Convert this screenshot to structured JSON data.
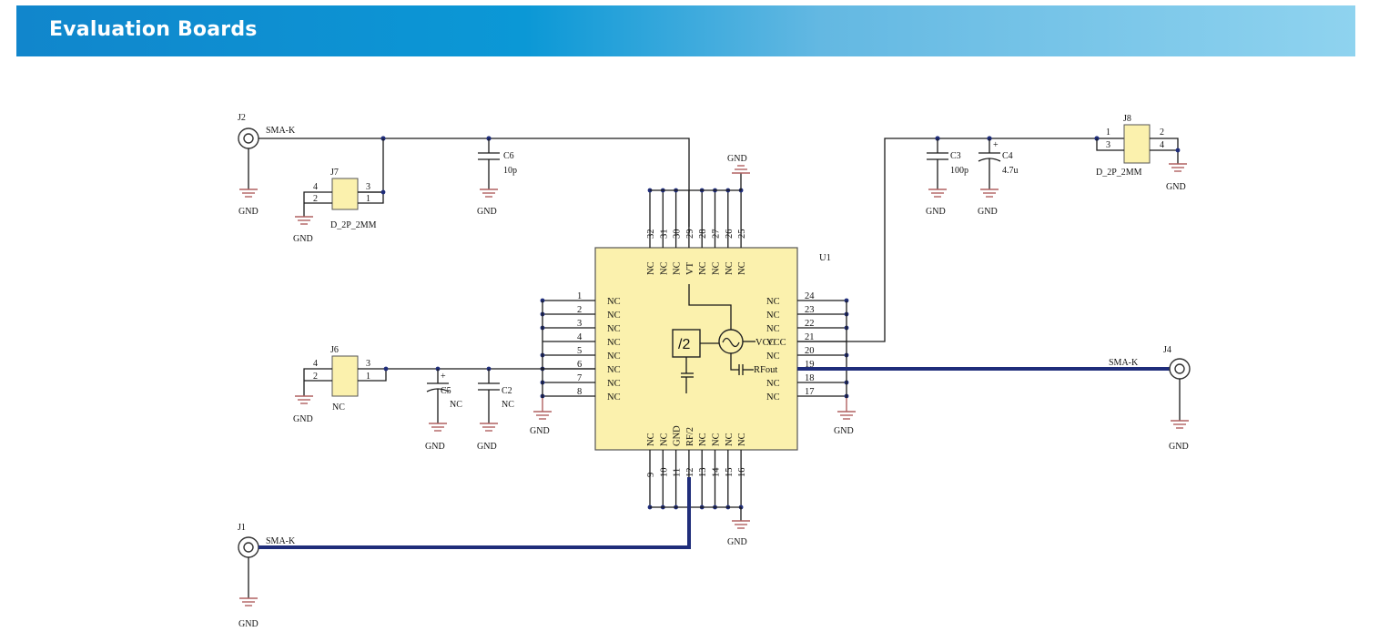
{
  "banner": {
    "title": "Evaluation Boards"
  },
  "schematic": {
    "ic": {
      "ref": "U1",
      "divider": "/2",
      "vcc": "VCC",
      "rfout": "RFout",
      "left_pins": [
        {
          "num": "1",
          "name": "NC"
        },
        {
          "num": "2",
          "name": "NC"
        },
        {
          "num": "3",
          "name": "NC"
        },
        {
          "num": "4",
          "name": "NC"
        },
        {
          "num": "5",
          "name": "NC"
        },
        {
          "num": "6",
          "name": "NC"
        },
        {
          "num": "7",
          "name": "NC"
        },
        {
          "num": "8",
          "name": "NC"
        }
      ],
      "right_pins": [
        {
          "num": "24",
          "name": "NC"
        },
        {
          "num": "23",
          "name": "NC"
        },
        {
          "num": "22",
          "name": "NC"
        },
        {
          "num": "21",
          "name": "VCC"
        },
        {
          "num": "20",
          "name": "NC"
        },
        {
          "num": "19",
          "name": ""
        },
        {
          "num": "18",
          "name": "NC"
        },
        {
          "num": "17",
          "name": "NC"
        }
      ],
      "top_pins": [
        {
          "num": "32",
          "name": "NC"
        },
        {
          "num": "31",
          "name": "NC"
        },
        {
          "num": "30",
          "name": "NC"
        },
        {
          "num": "29",
          "name": "VT"
        },
        {
          "num": "28",
          "name": "NC"
        },
        {
          "num": "27",
          "name": "NC"
        },
        {
          "num": "26",
          "name": "NC"
        },
        {
          "num": "25",
          "name": "NC"
        }
      ],
      "bottom_pins": [
        {
          "num": "9",
          "name": "NC"
        },
        {
          "num": "10",
          "name": "NC"
        },
        {
          "num": "11",
          "name": "GND"
        },
        {
          "num": "12",
          "name": "RF/2"
        },
        {
          "num": "13",
          "name": "NC"
        },
        {
          "num": "14",
          "name": "NC"
        },
        {
          "num": "15",
          "name": "NC"
        },
        {
          "num": "16",
          "name": "NC"
        }
      ]
    },
    "connectors": {
      "j2": {
        "ref": "J2",
        "type": "SMA-K"
      },
      "j1": {
        "ref": "J1",
        "type": "SMA-K"
      },
      "j4": {
        "ref": "J4",
        "type": "SMA-K"
      },
      "j7": {
        "ref": "J7",
        "value": "D_2P_2MM",
        "p4": "4",
        "p2": "2",
        "p3": "3",
        "p1": "1"
      },
      "j6": {
        "ref": "J6",
        "value": "NC",
        "p4": "4",
        "p2": "2",
        "p3": "3",
        "p1": "1"
      },
      "j8": {
        "ref": "J8",
        "value": "D_2P_2MM",
        "p1": "1",
        "p2": "2",
        "p3": "3",
        "p4": "4"
      }
    },
    "caps": {
      "c6": {
        "ref": "C6",
        "value": "10p"
      },
      "c5": {
        "ref": "C5",
        "value": "NC"
      },
      "c2": {
        "ref": "C2",
        "value": "NC"
      },
      "c3": {
        "ref": "C3",
        "value": "100p"
      },
      "c4": {
        "ref": "C4",
        "value": "4.7u"
      }
    },
    "gnd_label": "GND",
    "plus_sign": "+"
  }
}
